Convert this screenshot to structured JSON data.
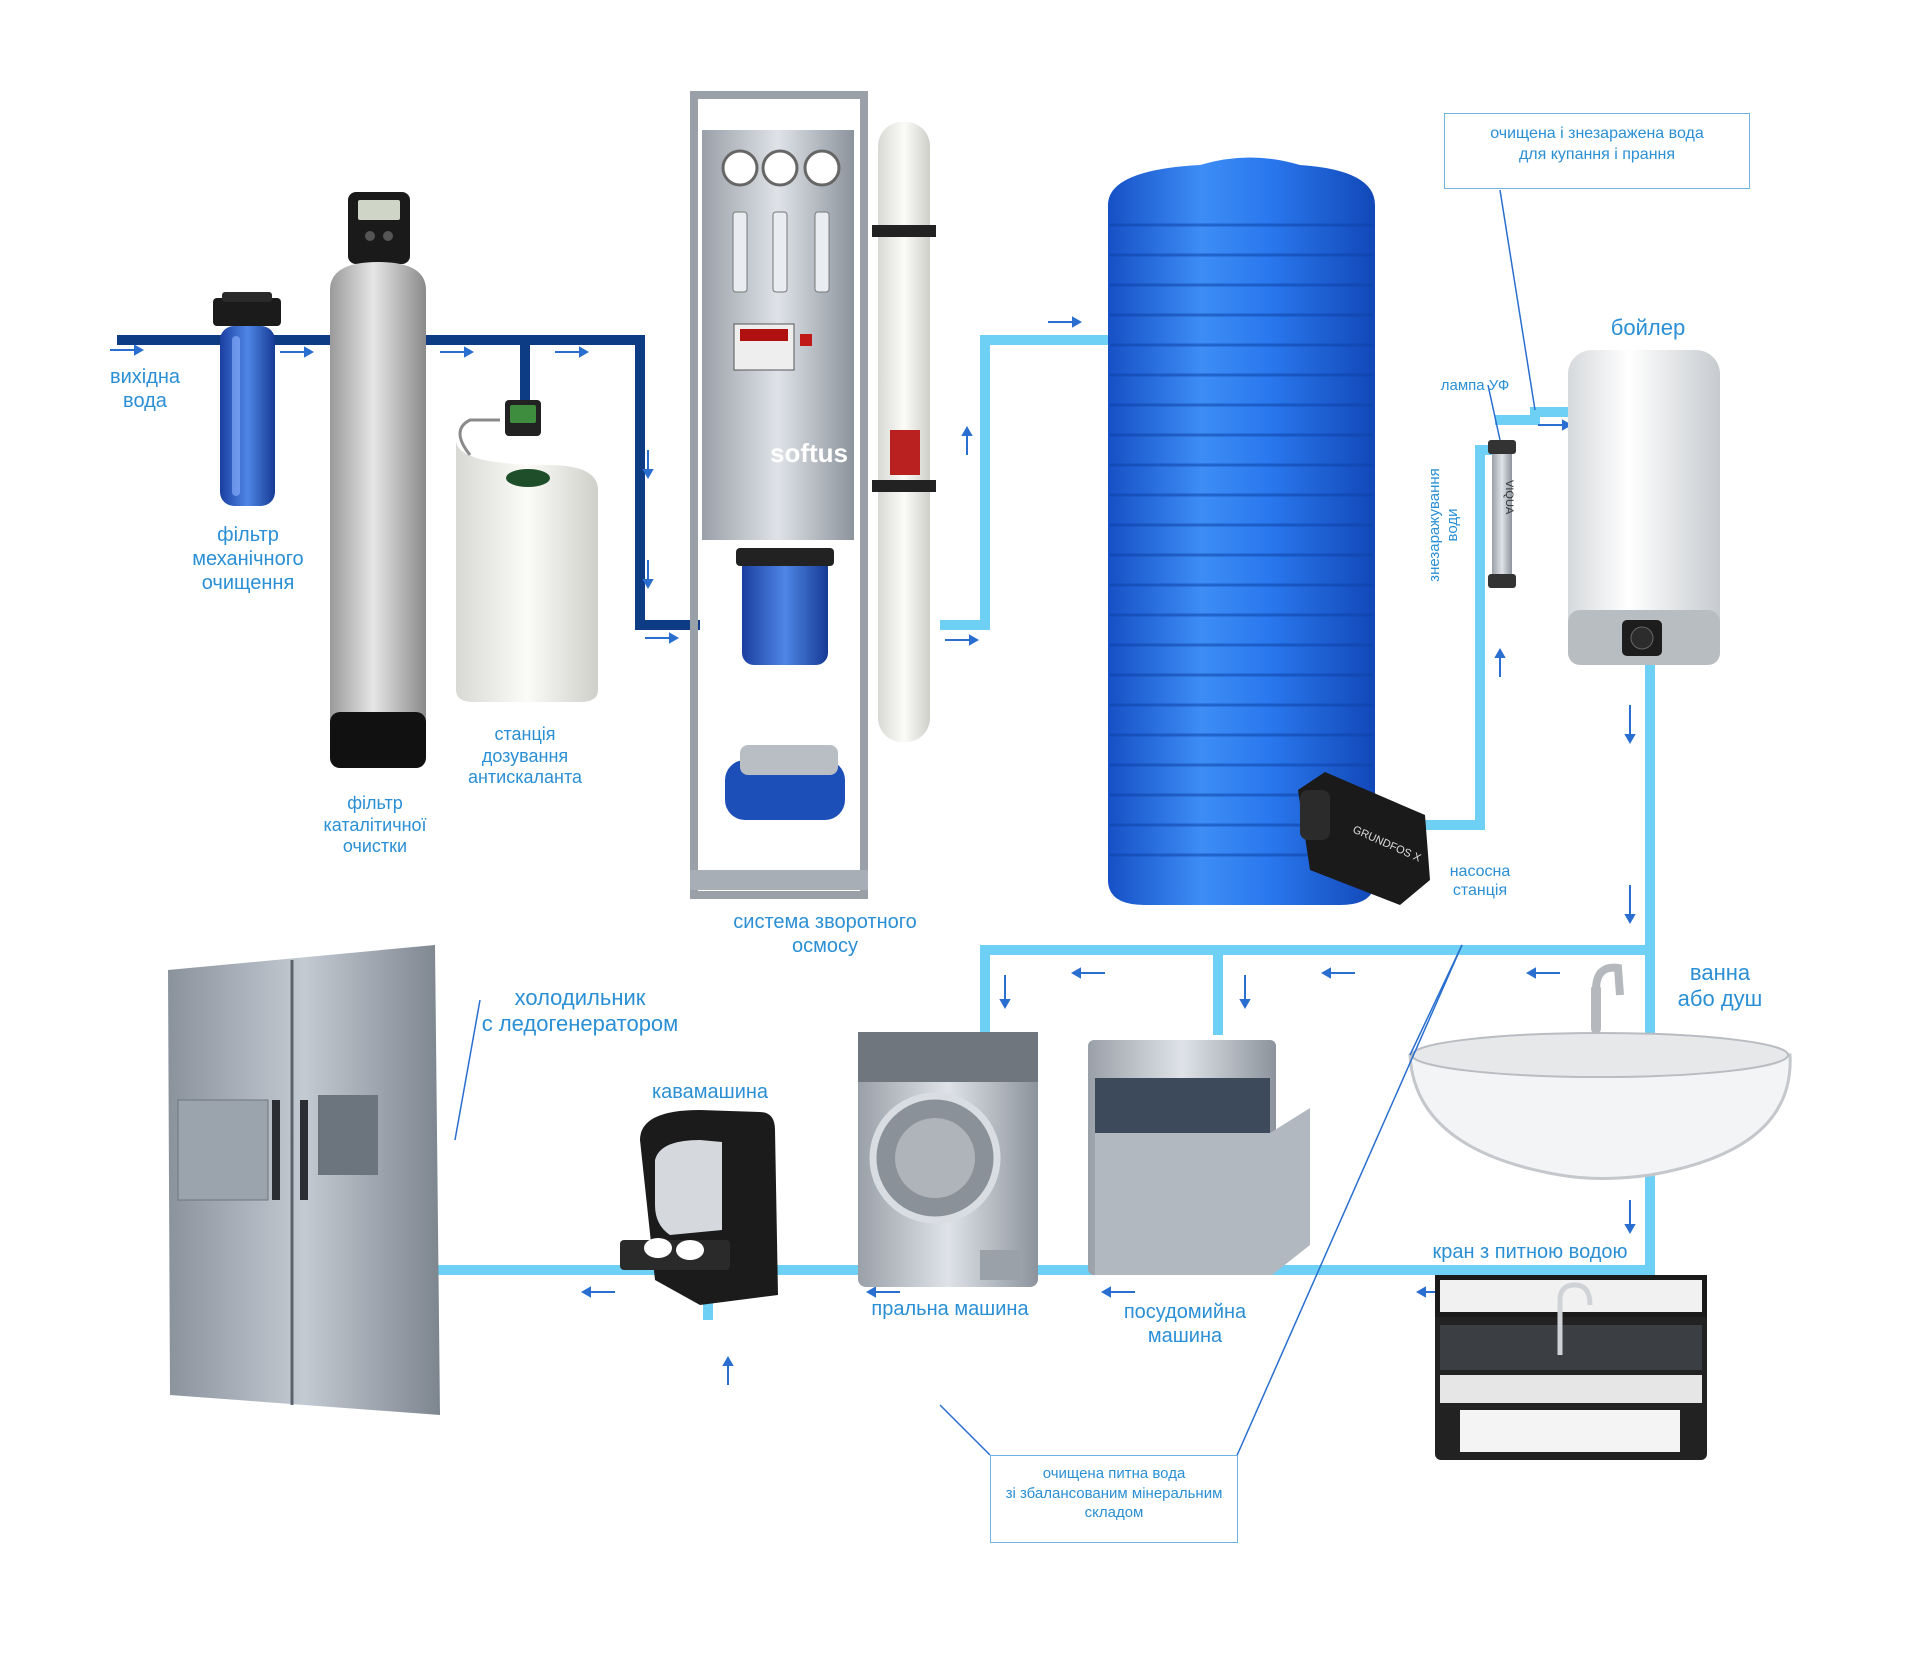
{
  "labels": {
    "source_water": [
      "вихідна",
      "вода"
    ],
    "mech_filter": [
      "фільтр",
      "механічного",
      "очищення"
    ],
    "catalytic_filter": [
      "фільтр",
      "каталітичної",
      "очистки"
    ],
    "antiscalant_station": [
      "станція",
      "дозування",
      "антискаланта"
    ],
    "ro_system": [
      "система зворотного",
      "осмосу"
    ],
    "pump_station": [
      "насосна",
      "станція"
    ],
    "uv_lamp": "лампа УФ",
    "disinfection": [
      "знезаражування",
      "води"
    ],
    "boiler": "бойлер",
    "bath": [
      "ванна",
      "або душ"
    ],
    "drinking_tap": "кран з питною водою",
    "fridge": [
      "холодильник",
      "с ледогенератором"
    ],
    "coffee_machine": "кавамашина",
    "washing_machine": "пральна машина",
    "dishwasher": [
      "посудомийна",
      "машина"
    ]
  },
  "callouts": {
    "bath_laundry": [
      "очищена і знезаражена вода",
      "для купання і прання"
    ],
    "drinking": [
      "очищена питна вода",
      "зі збалансованим мінеральним",
      "складом"
    ]
  },
  "device_marks": {
    "ro_brand": "softus",
    "pump_brand": "GRUNDFOS X",
    "uv_brand": "VIQUA"
  },
  "colors": {
    "raw_pipe": "#0d3b84",
    "clean_pipe": "#6fd0f5",
    "text": "#2a8fd4",
    "tank": "#1f6fe0"
  }
}
